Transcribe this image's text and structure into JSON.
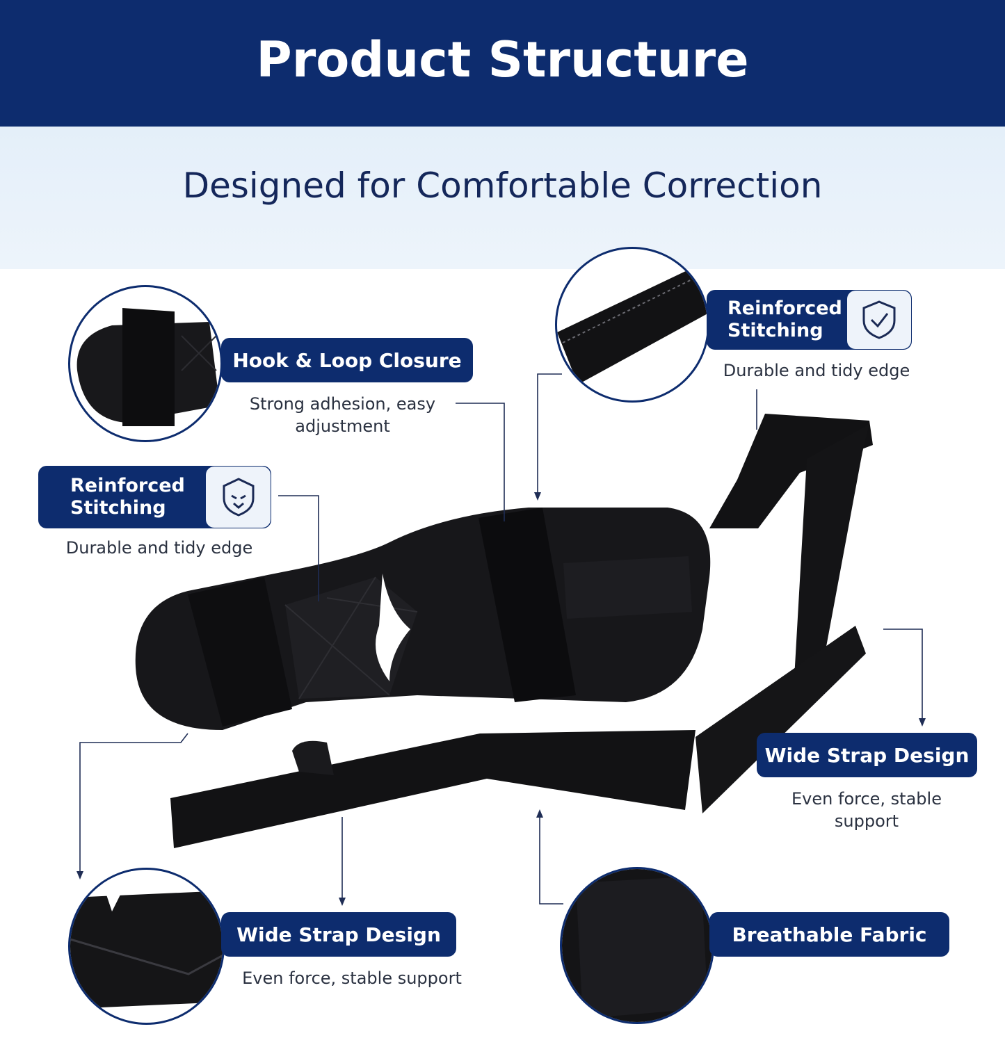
{
  "header": {
    "title": "Product Structure"
  },
  "subtitle": "Designed for Comfortable Correction",
  "colors": {
    "navy": "#0d2c6e",
    "band": "#e4eff9",
    "product": "#151517"
  },
  "features": {
    "hook_loop": {
      "title": "Hook & Loop Closure",
      "desc_line1": "Strong adhesion, easy",
      "desc_line2": "adjustment"
    },
    "stitch_right": {
      "title_line1": "Reinforced",
      "title_line2": "Stitching",
      "icon": "shield-check-icon",
      "desc": "Durable and tidy edge"
    },
    "stitch_left": {
      "title_line1": "Reinforced",
      "title_line2": "Stitching",
      "icon": "shield-face-icon",
      "desc": "Durable and tidy edge"
    },
    "wide_strap_right": {
      "title": "Wide Strap Design",
      "desc_line1": "Even force, stable",
      "desc_line2": "support"
    },
    "wide_strap_bottom": {
      "title": "Wide Strap Design",
      "desc": "Even force, stable support"
    },
    "breathable": {
      "title": "Breathable Fabric"
    }
  }
}
